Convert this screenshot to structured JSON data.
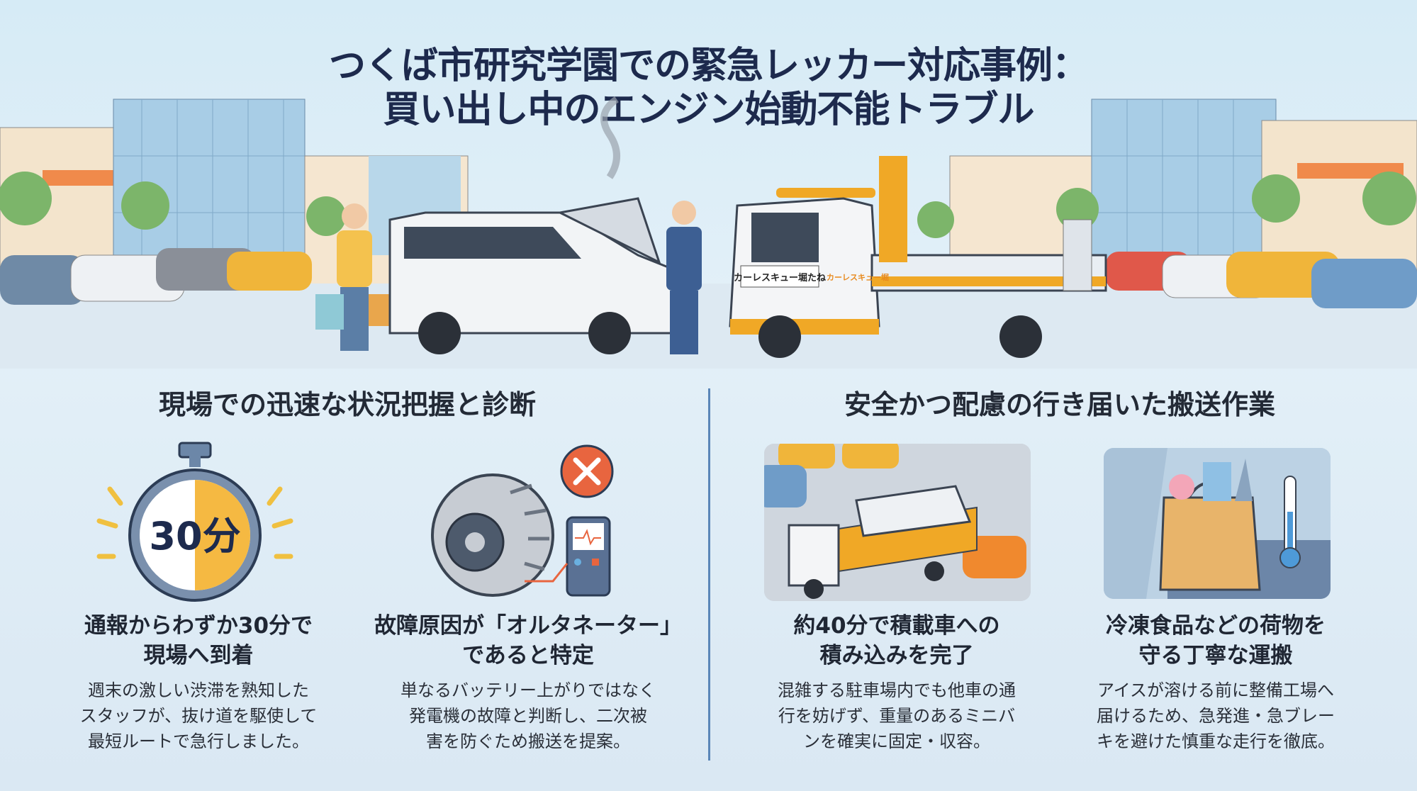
{
  "title": {
    "line1": "つくば市研究学園での緊急レッカー対応事例：",
    "line2": "買い出し中のエンジン始動不能トラブル"
  },
  "scene": {
    "truck_sign_front": "カーレスキュー堀たね",
    "truck_sign_door": "カーレスキュー堀"
  },
  "sections": [
    {
      "heading": "現場での迅速な状況把握と診断",
      "cards": [
        {
          "icon": "stopwatch-icon",
          "icon_label": "30分",
          "progress_fraction": 0.5,
          "title": [
            "通報からわずか30分で",
            "現場へ到着"
          ],
          "body": [
            "週末の激しい渋滞を熟知した",
            "スタッフが、抜け道を駆使して",
            "最短ルートで急行しました。"
          ]
        },
        {
          "icon": "alternator-icon",
          "title": [
            "故障原因が「オルタネーター」",
            "であると特定"
          ],
          "body": [
            "単なるバッテリー上がりではなく",
            "発電機の故障と判断し、二次被",
            "害を防ぐため搬送を提案。"
          ]
        }
      ]
    },
    {
      "heading": "安全かつ配慮の行き届いた搬送作業",
      "cards": [
        {
          "icon": "tow-truck-loading-image",
          "title": [
            "約40分で積載車への",
            "積み込みを完了"
          ],
          "body": [
            "混雑する駐車場内でも他車の通",
            "行を妨げず、重量のあるミニバ",
            "ンを確実に固定・収容。"
          ]
        },
        {
          "icon": "grocery-bag-thermometer-image",
          "title": [
            "冷凍食品などの荷物を",
            "守る丁寧な運搬"
          ],
          "body": [
            "アイスが溶ける前に整備工場へ",
            "届けるため、急発進・急ブレー",
            "キを避けた慎重な走行を徹底。"
          ]
        }
      ]
    }
  ],
  "colors": {
    "title": "#1d2a4d",
    "accent_orange": "#f0a826",
    "divider": "#5a86b8",
    "alert_red": "#e8653f"
  }
}
